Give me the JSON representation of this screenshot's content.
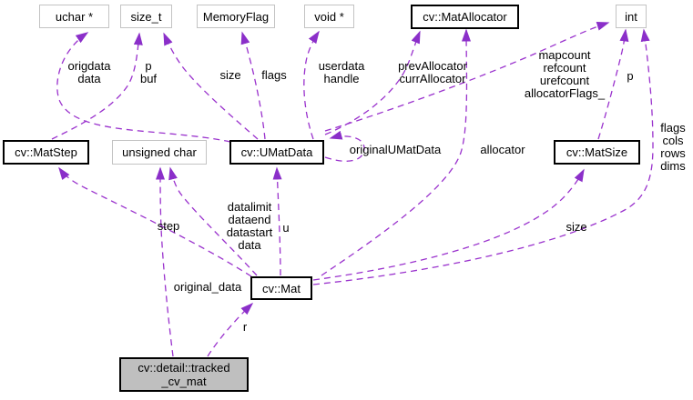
{
  "diagram": {
    "type": "collaboration-graph",
    "colors": {
      "edge": "#9a32cd",
      "arrowhead": "#8b2fc9",
      "node_border_strong": "#000000",
      "node_border_light": "#c3c3c3",
      "main_node_fill": "#bfbfbf",
      "background": "#ffffff"
    },
    "nodes": {
      "uchar_ptr": {
        "label": "uchar *"
      },
      "size_t": {
        "label": "size_t"
      },
      "memoryflag": {
        "label": "MemoryFlag"
      },
      "void_ptr": {
        "label": "void *"
      },
      "matallocator": {
        "label": "cv::MatAllocator"
      },
      "int": {
        "label": "int"
      },
      "matstep": {
        "label": "cv::MatStep"
      },
      "unsigned_char": {
        "label": "unsigned char"
      },
      "umatdata": {
        "label": "cv::UMatData"
      },
      "matsize": {
        "label": "cv::MatSize"
      },
      "mat": {
        "label": "cv::Mat"
      },
      "tracked_cv_mat": {
        "label": "cv::detail::tracked\n_cv_mat"
      }
    },
    "edge_labels": {
      "origdata_data": "origdata\ndata",
      "p_buf": "p\nbuf",
      "size_umatdata": "size",
      "flags_umatdata": "flags",
      "userdata_handle": "userdata\nhandle",
      "prev_curr_allocator": "prevAllocator\ncurrAllocator",
      "mapcount_refcount": "mapcount\nrefcount\nurefcount\nallocatorFlags_",
      "p_matsize": "p",
      "flags_cols_rows_dims": "flags\ncols\nrows\ndims",
      "original_umatdata": "originalUMatData",
      "allocator": "allocator",
      "datalimit_block": "datalimit\ndataend\ndatastart\ndata",
      "u": "u",
      "step": "step",
      "size_mat": "size",
      "original_data": "original_data",
      "r": "r"
    }
  }
}
